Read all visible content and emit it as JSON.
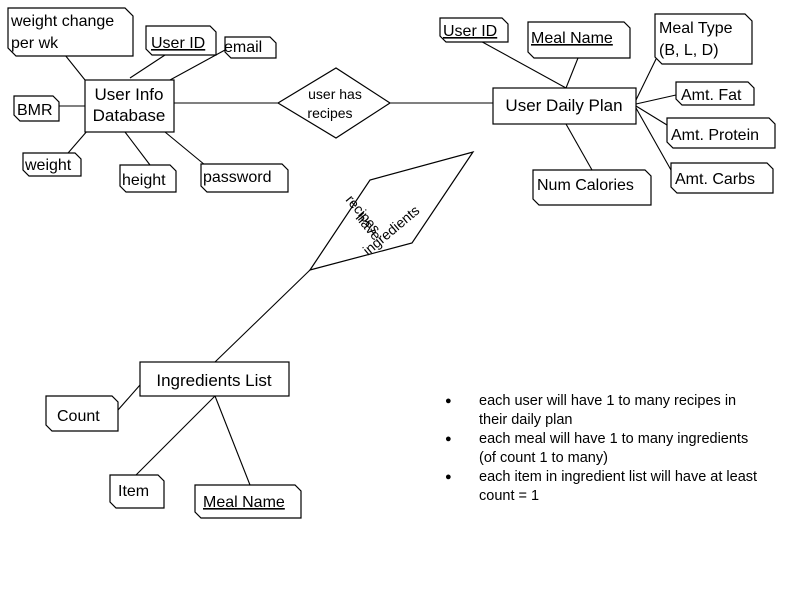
{
  "entities": {
    "user_info": [
      "User Info",
      "Database"
    ],
    "user_daily_plan": "User Daily Plan",
    "ingredients_list": "Ingredients List"
  },
  "relationships": {
    "user_has_recipes": [
      "user has",
      "recipes"
    ],
    "recipes_have_ingredients": [
      "recipes",
      "have",
      "ingredients"
    ]
  },
  "attributes": {
    "weight_change": [
      "weight change",
      "per wk"
    ],
    "user_id_1": "User ID",
    "email": "email",
    "bmr": "BMR",
    "weight": "weight",
    "height": "height",
    "password": "password",
    "user_id_2": "User ID",
    "meal_name_1": "Meal Name",
    "meal_type": [
      "Meal Type",
      "(B, L, D)"
    ],
    "amt_fat": "Amt. Fat",
    "amt_protein": "Amt. Protein",
    "amt_carbs": "Amt. Carbs",
    "num_calories": "Num Calories",
    "count": "Count",
    "item": "Item",
    "meal_name_2": "Meal Name"
  },
  "notes": [
    "each user will have 1 to many recipes in their daily plan",
    "each meal will have 1 to many ingredients (of count 1 to many)",
    "each item in ingredient list will have at least count = 1"
  ]
}
